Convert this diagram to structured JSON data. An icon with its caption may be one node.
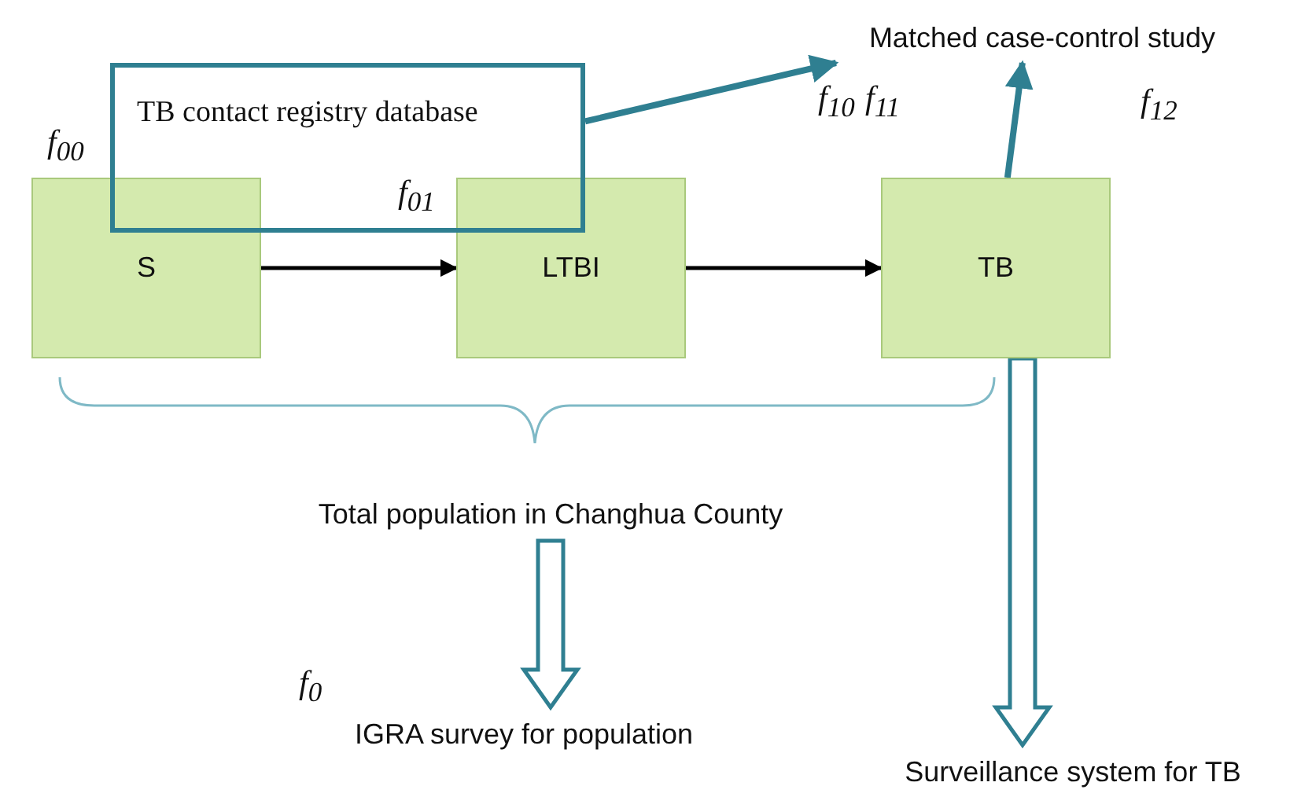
{
  "diagram": {
    "nodes": [
      {
        "text": [
          "TB contact registry database"
        ]
      },
      {
        "text": [
          "S"
        ]
      },
      {
        "text": [
          "LTBI"
        ]
      },
      {
        "text": [
          "TB"
        ]
      },
      {
        "text": [
          "Matched case-control study"
        ]
      },
      {
        "text": [
          "Total population in Changhua County"
        ]
      },
      {
        "text": [
          "IGRA survey for population"
        ],
        "beside": [
          "f$_{0}$"
        ]
      },
      {
        "text": [
          "Surveillance system for TB"
        ]
      }
    ],
    "edges": [
      {
        "from": 1,
        "to": 2,
        "arrow": "to",
        "color": "#000000"
      },
      {
        "from": 2,
        "to": 3,
        "arrow": "to",
        "color": "#000000"
      },
      {
        "from": 0,
        "to": 4,
        "arrow": "to",
        "color": "#2f7f91"
      },
      {
        "from": 3,
        "to": 4,
        "arrow": "to",
        "color": "#2f7f91"
      },
      {
        "from": 5,
        "to": 6,
        "arrow": "to",
        "style": "thick"
      },
      {
        "from": 3,
        "to": 7,
        "arrow": "to",
        "style": "thick"
      }
    ],
    "labels": [
      "f$_{00}$",
      "f$_{01}$",
      "f$_{10}$",
      "f$_{11}$",
      "f$_{12}$"
    ]
  }
}
